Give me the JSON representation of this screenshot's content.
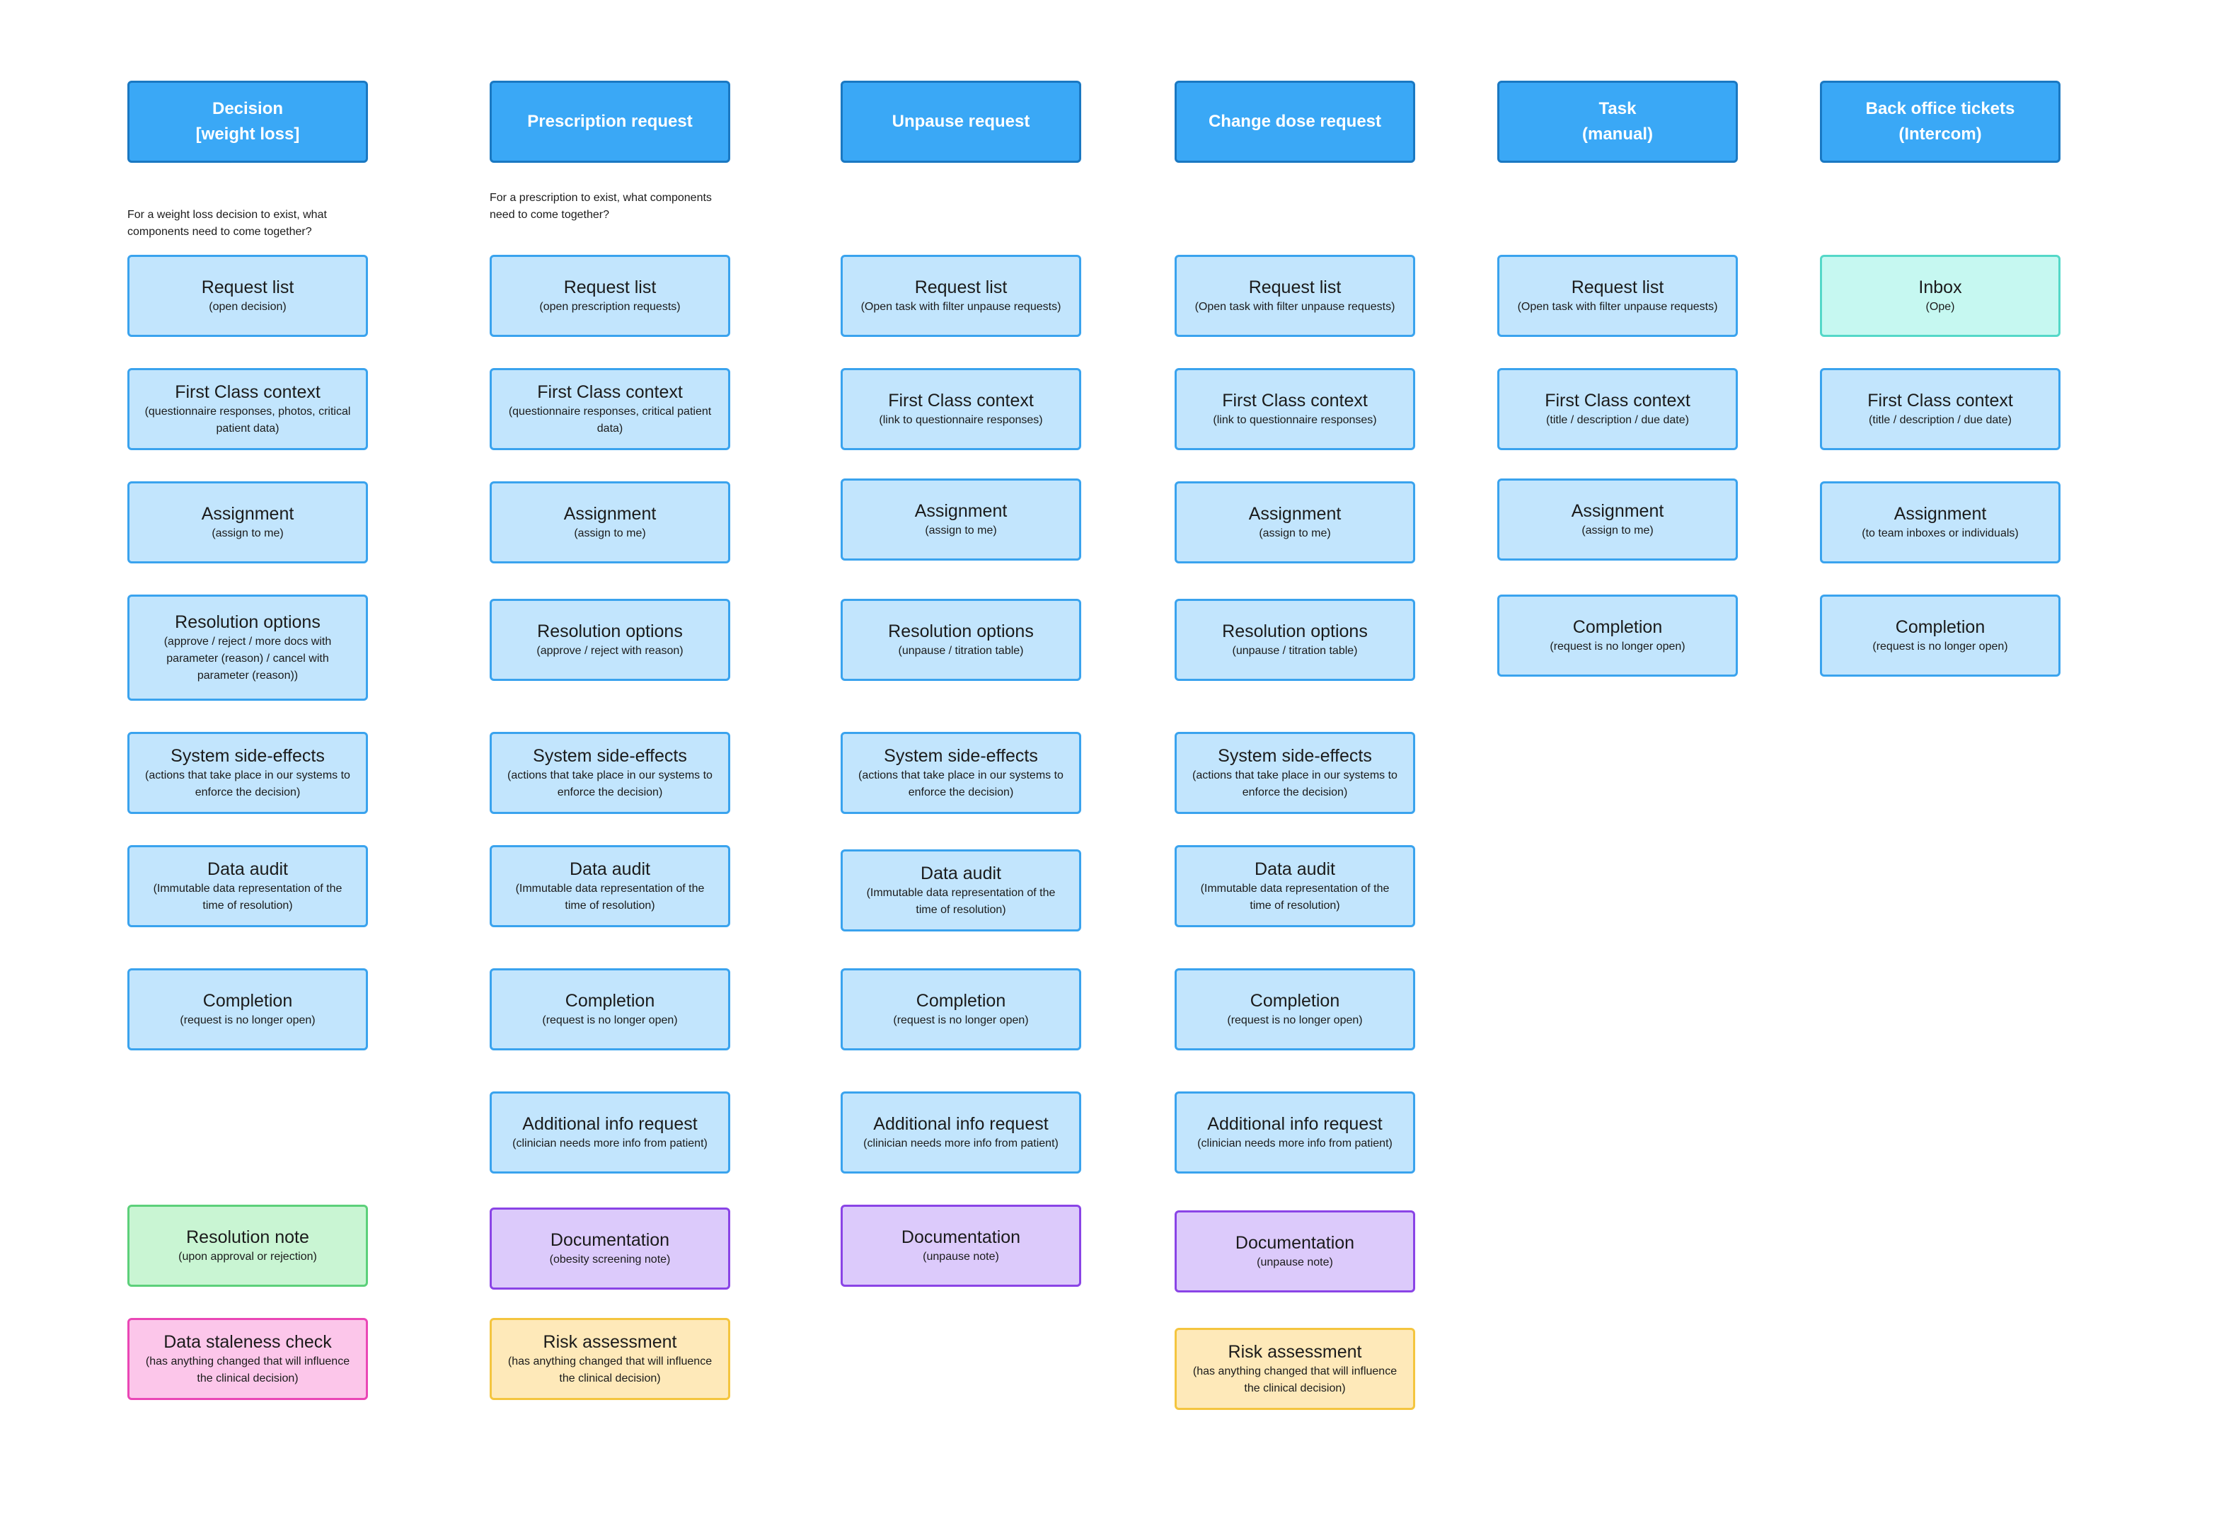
{
  "columns": [
    {
      "title": "Decision",
      "subtitle": "[weight loss]",
      "note": "For a weight loss decision to exist, what components need to come together?",
      "cards": [
        {
          "title": "Request list",
          "desc": "(open decision)",
          "color": "blue"
        },
        {
          "title": "First Class context",
          "desc": "(questionnaire responses, photos, critical patient data)",
          "color": "blue"
        },
        {
          "title": "Assignment",
          "desc": "(assign to me)",
          "color": "blue"
        },
        {
          "title": "Resolution options",
          "desc": "(approve / reject / more docs with parameter (reason) / cancel with parameter (reason))",
          "color": "blue"
        },
        {
          "title": "System side-effects",
          "desc": "(actions that take place in our systems to enforce the decision)",
          "color": "blue"
        },
        {
          "title": "Data audit",
          "desc": "(Immutable data representation of the time of resolution)",
          "color": "blue"
        },
        {
          "title": "Completion",
          "desc": "(request is no longer open)",
          "color": "blue"
        },
        {
          "title": "Resolution note",
          "desc": "(upon approval or rejection)",
          "color": "green"
        },
        {
          "title": "Data staleness check",
          "desc": "(has anything changed that will influence the clinical decision)",
          "color": "pink"
        }
      ]
    },
    {
      "title": "Prescription request",
      "subtitle": "",
      "note": "For a prescription to exist, what components need to come together?",
      "cards": [
        {
          "title": "Request list",
          "desc": "(open prescription requests)",
          "color": "blue"
        },
        {
          "title": "First Class context",
          "desc": "(questionnaire responses, critical patient data)",
          "color": "blue"
        },
        {
          "title": "Assignment",
          "desc": "(assign to me)",
          "color": "blue"
        },
        {
          "title": "Resolution options",
          "desc": "(approve / reject with reason)",
          "color": "blue"
        },
        {
          "title": "System side-effects",
          "desc": "(actions that take place in our systems to enforce the decision)",
          "color": "blue"
        },
        {
          "title": "Data audit",
          "desc": "(Immutable data representation of the time of resolution)",
          "color": "blue"
        },
        {
          "title": "Completion",
          "desc": "(request is no longer open)",
          "color": "blue"
        },
        {
          "title": "Additional info request",
          "desc": "(clinician needs more info from patient)",
          "color": "blue"
        },
        {
          "title": "Documentation",
          "desc": "(obesity screening note)",
          "color": "purple"
        },
        {
          "title": "Risk assessment",
          "desc": "(has anything changed that will influence the clinical decision)",
          "color": "yellow"
        }
      ]
    },
    {
      "title": "Unpause request",
      "subtitle": "",
      "note": "",
      "cards": [
        {
          "title": "Request list",
          "desc": "(Open task with filter unpause requests)",
          "color": "blue"
        },
        {
          "title": "First Class context",
          "desc": "(link to questionnaire responses)",
          "color": "blue"
        },
        {
          "title": "Assignment",
          "desc": "(assign to me)",
          "color": "blue"
        },
        {
          "title": "Resolution options",
          "desc": "(unpause / titration table)",
          "color": "blue"
        },
        {
          "title": "System side-effects",
          "desc": "(actions that take place in our systems to enforce the decision)",
          "color": "blue"
        },
        {
          "title": "Data audit",
          "desc": "(Immutable data representation of the time of resolution)",
          "color": "blue"
        },
        {
          "title": "Completion",
          "desc": "(request is no longer open)",
          "color": "blue"
        },
        {
          "title": "Additional info request",
          "desc": "(clinician needs more info from patient)",
          "color": "blue"
        },
        {
          "title": "Documentation",
          "desc": "(unpause note)",
          "color": "purple"
        }
      ]
    },
    {
      "title": "Change dose request",
      "subtitle": "",
      "note": "",
      "cards": [
        {
          "title": "Request list",
          "desc": "(Open task with filter unpause requests)",
          "color": "blue"
        },
        {
          "title": "First Class context",
          "desc": "(link to questionnaire responses)",
          "color": "blue"
        },
        {
          "title": "Assignment",
          "desc": "(assign to me)",
          "color": "blue"
        },
        {
          "title": "Resolution options",
          "desc": "(unpause / titration table)",
          "color": "blue"
        },
        {
          "title": "System side-effects",
          "desc": "(actions that take place in our systems to enforce the decision)",
          "color": "blue"
        },
        {
          "title": "Data audit",
          "desc": "(Immutable data representation of the time of resolution)",
          "color": "blue"
        },
        {
          "title": "Completion",
          "desc": "(request is no longer open)",
          "color": "blue"
        },
        {
          "title": "Additional info request",
          "desc": "(clinician needs more info from patient)",
          "color": "blue"
        },
        {
          "title": "Documentation",
          "desc": "(unpause note)",
          "color": "purple"
        },
        {
          "title": "Risk assessment",
          "desc": "(has anything changed that will influence the clinical decision)",
          "color": "yellow"
        }
      ]
    },
    {
      "title": "Task",
      "subtitle": "(manual)",
      "note": "",
      "cards": [
        {
          "title": "Request list",
          "desc": "(Open task with filter unpause requests)",
          "color": "blue"
        },
        {
          "title": "First Class context",
          "desc": "(title / description / due date)",
          "color": "blue"
        },
        {
          "title": "Assignment",
          "desc": "(assign to me)",
          "color": "blue"
        },
        {
          "title": "Completion",
          "desc": "(request is no longer open)",
          "color": "blue"
        }
      ]
    },
    {
      "title": "Back office tickets",
      "subtitle": "(Intercom)",
      "note": "",
      "cards": [
        {
          "title": "Inbox",
          "desc": "(Ope)",
          "color": "teal"
        },
        {
          "title": "First Class context",
          "desc": "(title / description / due date)",
          "color": "blue"
        },
        {
          "title": "Assignment",
          "desc": "(to team inboxes or individuals)",
          "color": "blue"
        },
        {
          "title": "Completion",
          "desc": "(request is no longer open)",
          "color": "blue"
        }
      ]
    }
  ]
}
